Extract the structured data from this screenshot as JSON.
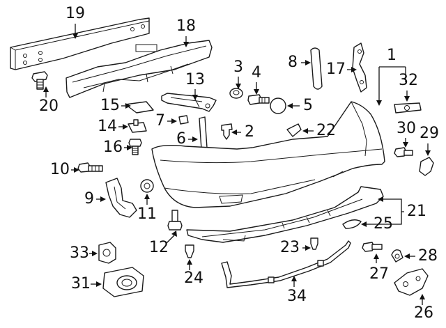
{
  "diagram": {
    "callouts": [
      {
        "id": "c1",
        "label": "1"
      },
      {
        "id": "c2",
        "label": "2"
      },
      {
        "id": "c3",
        "label": "3"
      },
      {
        "id": "c4",
        "label": "4"
      },
      {
        "id": "c5",
        "label": "5"
      },
      {
        "id": "c6",
        "label": "6"
      },
      {
        "id": "c7",
        "label": "7"
      },
      {
        "id": "c8",
        "label": "8"
      },
      {
        "id": "c9",
        "label": "9"
      },
      {
        "id": "c10",
        "label": "10"
      },
      {
        "id": "c11",
        "label": "11"
      },
      {
        "id": "c12",
        "label": "12"
      },
      {
        "id": "c13",
        "label": "13"
      },
      {
        "id": "c14",
        "label": "14"
      },
      {
        "id": "c15",
        "label": "15"
      },
      {
        "id": "c16",
        "label": "16"
      },
      {
        "id": "c17",
        "label": "17"
      },
      {
        "id": "c18",
        "label": "18"
      },
      {
        "id": "c19",
        "label": "19"
      },
      {
        "id": "c20",
        "label": "20"
      },
      {
        "id": "c21",
        "label": "21"
      },
      {
        "id": "c22",
        "label": "22"
      },
      {
        "id": "c23",
        "label": "23"
      },
      {
        "id": "c24",
        "label": "24"
      },
      {
        "id": "c25",
        "label": "25"
      },
      {
        "id": "c26",
        "label": "26"
      },
      {
        "id": "c27",
        "label": "27"
      },
      {
        "id": "c28",
        "label": "28"
      },
      {
        "id": "c29",
        "label": "29"
      },
      {
        "id": "c30",
        "label": "30"
      },
      {
        "id": "c31",
        "label": "31"
      },
      {
        "id": "c32",
        "label": "32"
      },
      {
        "id": "c33",
        "label": "33"
      },
      {
        "id": "c34",
        "label": "34"
      }
    ]
  }
}
